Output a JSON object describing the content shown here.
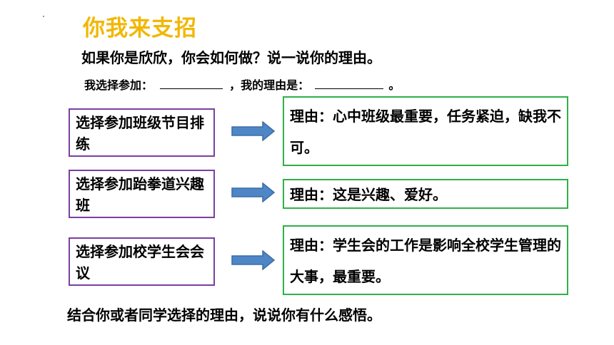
{
  "title": "你我来支招",
  "question": "如果你是欣欣，你会如何做？说一说你的理由。",
  "prompt": {
    "part1": "我选择参加：",
    "part2": "，我的理由是：",
    "part3": "。"
  },
  "rows": [
    {
      "choice": "选择参加班级节目排练",
      "reason": "理由：心中班级最重要，任务紧迫，缺我不可。"
    },
    {
      "choice": "选择参加跆拳道兴趣班",
      "reason": "理由：这是兴趣、爱好。"
    },
    {
      "choice": "选择参加校学生会会议",
      "reason": "理由：学生会的工作是影响全校学生管理的大事，最重要。"
    }
  ],
  "footer": "结合你或者同学选择的理由，说说你有什么感悟。",
  "colors": {
    "title": "#f2b705",
    "choice_border": "#7a3fa0",
    "reason_border": "#2fb04a",
    "arrow_fill": "#4f86c6",
    "arrow_stroke": "#3a6da8"
  },
  "icons": [
    "right-arrow-icon"
  ]
}
